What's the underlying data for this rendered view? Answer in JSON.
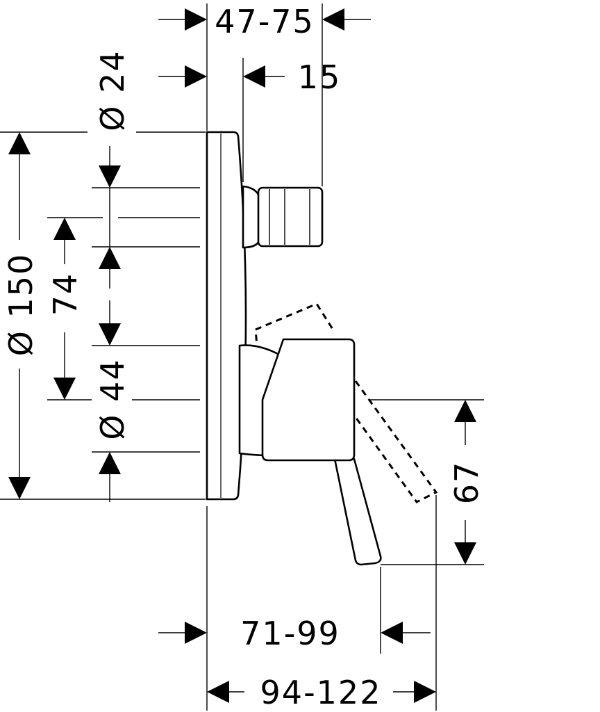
{
  "diagram": {
    "dimensions": {
      "depth_body": "47-75",
      "depth_outlet": "15",
      "diameter_outlet": "Ø 24",
      "diameter_plate": "Ø 150",
      "spacing": "74",
      "diameter_handle": "Ø 44",
      "lever_drop": "67",
      "depth_lever_tip": "71-99",
      "depth_total": "94-122"
    }
  }
}
